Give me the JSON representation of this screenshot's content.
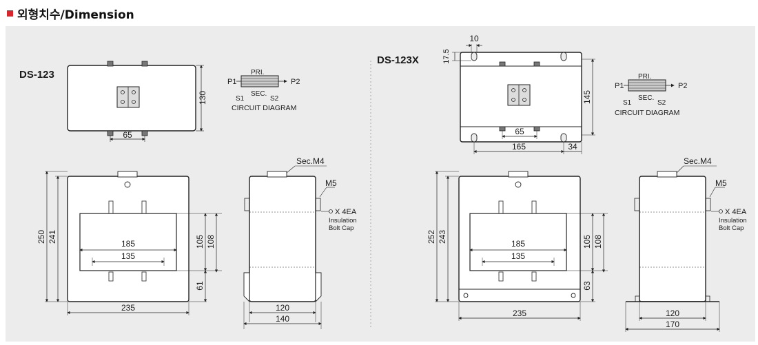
{
  "header": {
    "title": "외형치수/Dimension"
  },
  "left": {
    "model": "DS-123",
    "top_view": {
      "height_dim": "130",
      "terminal_spacing": "65"
    },
    "circuit": {
      "p1": "P1",
      "p2": "P2",
      "pri": "PRI.",
      "sec": "SEC.",
      "s1": "S1",
      "s2": "S2",
      "caption": "CIRCUIT DIAGRAM"
    },
    "front_view": {
      "outer_height": "250",
      "inner_height": "241",
      "window_width": "185",
      "window_inner_width": "135",
      "window_height_a": "105",
      "window_height_b": "108",
      "bottom_dim": "61",
      "width": "235"
    },
    "side_view": {
      "sec_label": "Sec.M4",
      "m5_label": "M5",
      "cap_qty": "X 4EA",
      "cap_label1": "Insulation",
      "cap_label2": "Bolt Cap",
      "inner_width": "120",
      "outer_width": "140"
    }
  },
  "right": {
    "model": "DS-123X",
    "top_view": {
      "slot_width": "10",
      "slot_depth": "17.5",
      "height_dim": "145",
      "terminal_spacing": "65",
      "base_width": "165",
      "side_ext": "34"
    },
    "circuit": {
      "p1": "P1",
      "p2": "P2",
      "pri": "PRI.",
      "sec": "SEC.",
      "s1": "S1",
      "s2": "S2",
      "caption": "CIRCUIT DIAGRAM"
    },
    "front_view": {
      "outer_height": "252",
      "inner_height": "243",
      "window_width": "185",
      "window_inner_width": "135",
      "window_height_a": "105",
      "window_height_b": "108",
      "bottom_dim": "63",
      "width": "235"
    },
    "side_view": {
      "sec_label": "Sec.M4",
      "m5_label": "M5",
      "cap_qty": "X 4EA",
      "cap_label1": "Insulation",
      "cap_label2": "Bolt Cap",
      "inner_width": "120",
      "outer_width": "170"
    }
  }
}
